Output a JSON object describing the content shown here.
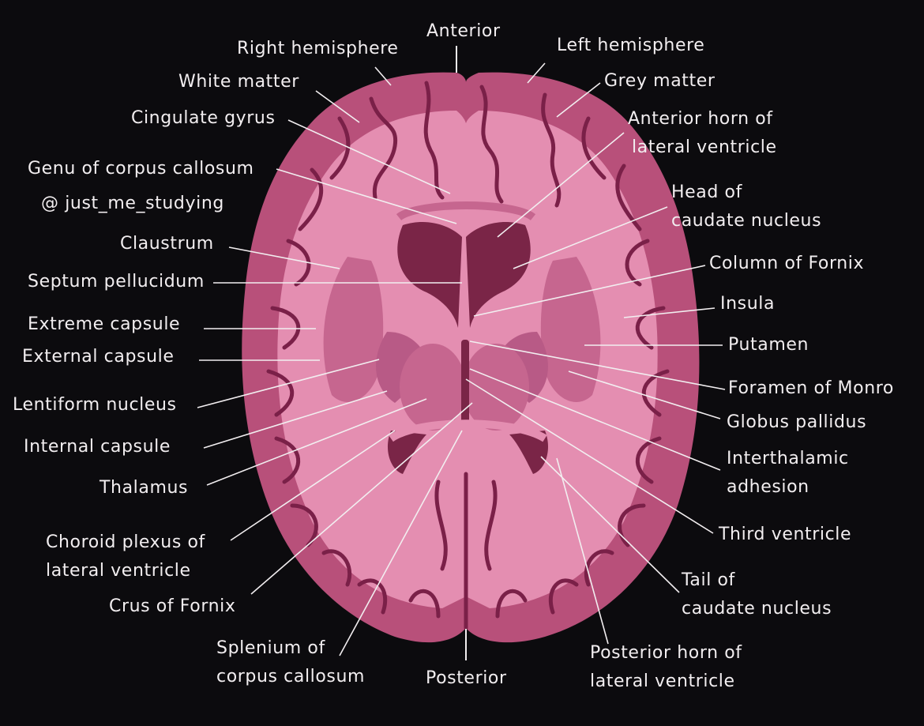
{
  "colors": {
    "background": "#0c0b0e",
    "grey_matter": "#b8507a",
    "white_matter": "#e48eb1",
    "sulcus_line": "#7a2048",
    "ventricle": "#7a2547",
    "deep_nuclei": "#c6668f",
    "label_text": "#f2eef0",
    "leader_line": "#f2eef0"
  },
  "labels": {
    "anterior": "Anterior",
    "right_hemisphere": "Right hemisphere",
    "left_hemisphere": "Left hemisphere",
    "white_matter": "White matter",
    "grey_matter": "Grey matter",
    "cingulate_gyrus": "Cingulate gyrus",
    "anterior_horn": [
      "Anterior horn of",
      "lateral ventricle"
    ],
    "genu": "Genu of corpus callosum",
    "watermark": "@ just_me_studying",
    "head_caudate": [
      "Head of",
      "caudate nucleus"
    ],
    "claustrum": "Claustrum",
    "column_fornix": "Column of Fornix",
    "septum": "Septum pellucidum",
    "insula": "Insula",
    "extreme_capsule": "Extreme capsule",
    "putamen": "Putamen",
    "external_capsule": "External capsule",
    "foramen_monro": "Foramen of Monro",
    "lentiform": "Lentiform nucleus",
    "globus_pallidus": "Globus pallidus",
    "internal_capsule": "Internal capsule",
    "interthalamic": [
      "Interthalamic",
      "adhesion"
    ],
    "thalamus": "Thalamus",
    "third_ventricle": "Third ventricle",
    "choroid_plexus": [
      "Choroid plexus of",
      "lateral ventricle"
    ],
    "crus_fornix": "Crus of Fornix",
    "tail_caudate": [
      "Tail of",
      "caudate nucleus"
    ],
    "splenium": [
      "Splenium of",
      "corpus callosum"
    ],
    "posterior": "Posterior",
    "posterior_horn": [
      "Posterior horn of",
      "lateral ventricle"
    ]
  }
}
